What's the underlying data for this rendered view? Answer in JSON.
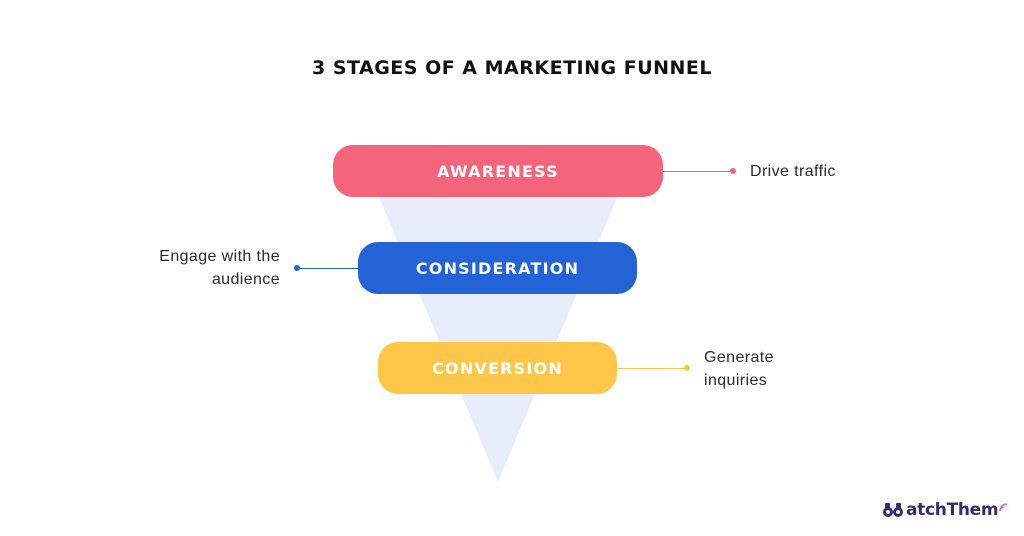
{
  "title": "3 STAGES OF A MARKETING FUNNEL",
  "stages": [
    {
      "label": "AWARENESS",
      "note": "Drive traffic",
      "color": "#f4657c"
    },
    {
      "label": "CONSIDERATION",
      "note_lines": [
        "Engage with the",
        "audience"
      ],
      "color": "#2363d6"
    },
    {
      "label": "CONVERSION",
      "note_lines": [
        "Generate",
        "inquiries"
      ],
      "color": "#fdc84a"
    }
  ],
  "funnel_color": "#e7edfb",
  "brand": {
    "text": "atchThem"
  }
}
